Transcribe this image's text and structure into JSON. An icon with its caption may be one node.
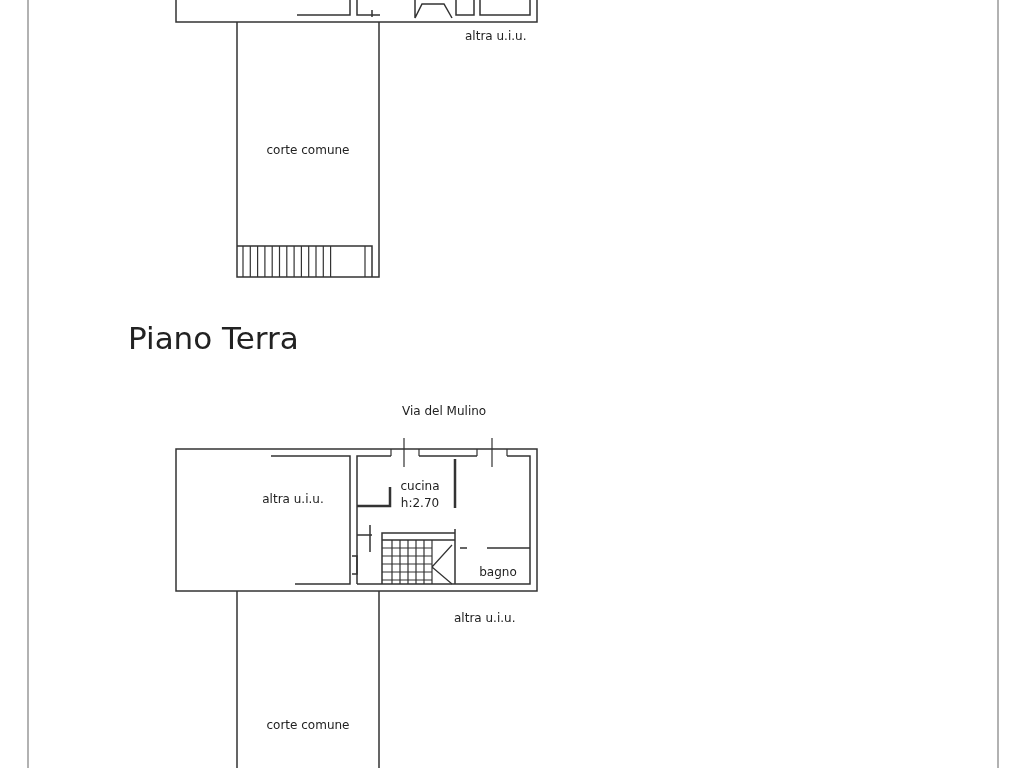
{
  "diagram": {
    "nodes": [
      {
        "text": [
          "corte comune"
        ]
      },
      {
        "text": [
          "altra u.i.u."
        ]
      },
      {
        "text": [
          "cucina",
          "h:2.70"
        ]
      },
      {
        "text": [
          "bagno"
        ]
      },
      {
        "text": [
          "corte comune"
        ]
      }
    ],
    "labels": [
      "altra u.i.u.",
      "Piano Terra",
      "Via del Mulino",
      "altra u.i.u."
    ]
  }
}
